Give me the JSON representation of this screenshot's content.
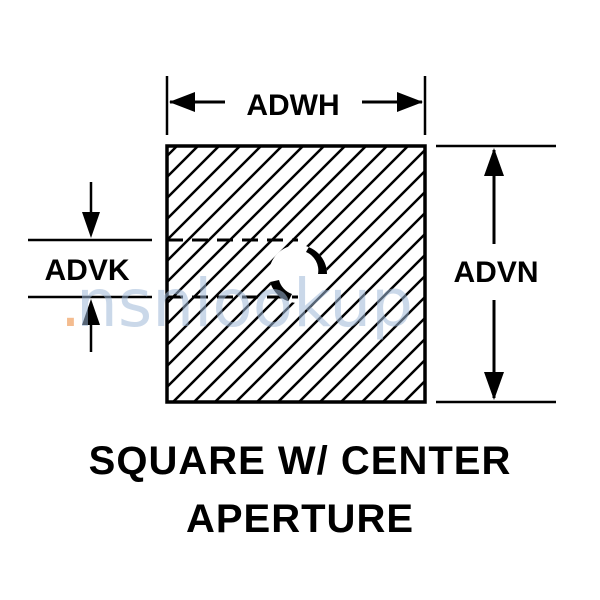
{
  "dimensions": {
    "width_label": "ADWH",
    "aperture_height_label": "ADVK",
    "height_label": "ADVN"
  },
  "caption": {
    "line1": "SQUARE W/ CENTER",
    "line2": "APERTURE"
  },
  "watermark": {
    "prefix": ".",
    "text": "nsnlookup"
  },
  "colors": {
    "ink": "#000000",
    "background": "#ffffff",
    "watermark": "#9fb9d8",
    "watermark_dot": "#f0a060"
  }
}
